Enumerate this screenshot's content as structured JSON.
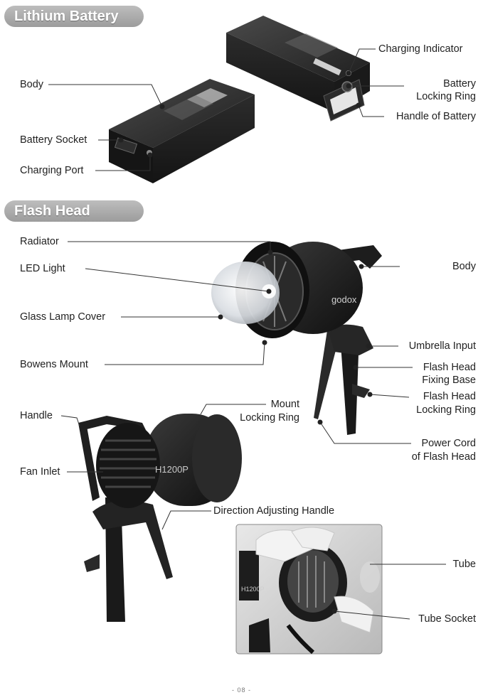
{
  "sections": {
    "battery_title": "Lithium Battery",
    "flash_title": "Flash Head"
  },
  "battery_labels": {
    "body": "Body",
    "socket": "Battery Socket",
    "charging_port": "Charging Port",
    "charging_indicator": "Charging Indicator",
    "locking_ring_1": "Battery",
    "locking_ring_2": "Locking Ring",
    "handle": "Handle of Battery"
  },
  "flash_labels": {
    "radiator": "Radiator",
    "led_light": "LED Light",
    "glass_cover": "Glass Lamp Cover",
    "bowens_mount": "Bowens Mount",
    "body": "Body",
    "umbrella_input": "Umbrella Input",
    "fixing_base_1": "Flash Head",
    "fixing_base_2": "Fixing Base",
    "locking_ring_1": "Flash Head",
    "locking_ring_2": "Locking Ring",
    "power_cord_1": "Power Cord",
    "power_cord_2": "of Flash Head",
    "handle": "Handle",
    "mount_ring_1": "Mount",
    "mount_ring_2": "Locking Ring",
    "fan_inlet": "Fan Inlet",
    "direction_handle": "Direction Adjusting Handle",
    "tube": "Tube",
    "tube_socket": "Tube Socket"
  },
  "brand_marks": {
    "head_logo": "godox",
    "model_1": "H1200P",
    "model_2": "H1200P"
  },
  "page_number": "- 08 -"
}
